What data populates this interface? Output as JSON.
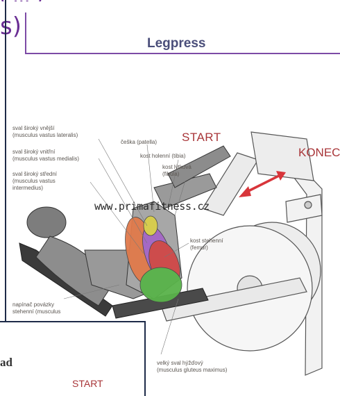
{
  "slide": {
    "title_fragment": "s)",
    "top_cut_text": "( ... )"
  },
  "book": {
    "title": "Legpress"
  },
  "labels": {
    "vastus_lateralis": "sval široký vnější\n(musculus vastus lateralis)",
    "vastus_medialis": "sval široký vnitřní\n(musculus vastus medialis)",
    "vastus_intermedius": "sval široký střední\n(musculus vastus\nintermedius)",
    "patella": "češka (patella)",
    "tibia": "kost holenní (tibia)",
    "fibula": "kost lýtková\n(fibula)",
    "femur": "kost stehenní\n(femur)",
    "tensor": "napínač povázky\nstehenní (musculus",
    "gluteus": "velký sval hýžďový\n(musculus gluteus maximus)"
  },
  "start_label": "START",
  "konec_label": "KONEC",
  "watermark": "www.primafitness.cz",
  "popup": {
    "heading_fragment": "ad",
    "start_label": "START"
  }
}
